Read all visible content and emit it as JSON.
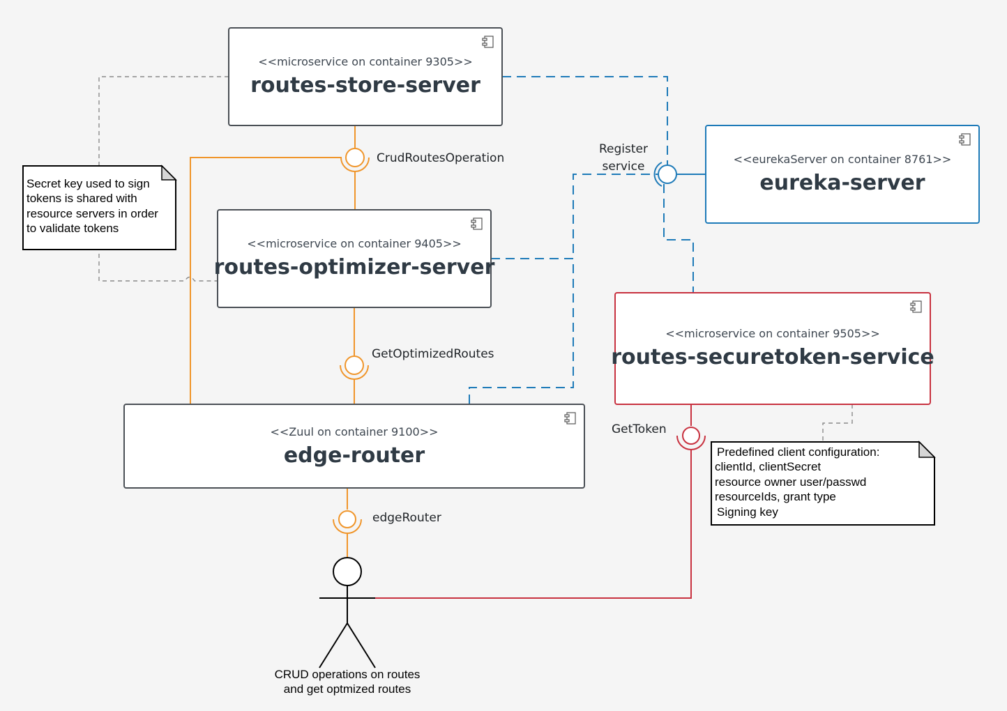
{
  "colors": {
    "background": "#f5f5f5",
    "neutral": "#4a4f55",
    "orange": "#f0952a",
    "blue": "#1d7ab8",
    "red": "#c8313f",
    "gray_dashed": "#8a8a8a"
  },
  "components": {
    "store": {
      "stereotype": "<<microservice on container 9305>>",
      "name": "routes-store-server"
    },
    "optimizer": {
      "stereotype": "<<microservice on container 9405>>",
      "name": "routes-optimizer-server"
    },
    "edge": {
      "stereotype": "<<Zuul on container 9100>>",
      "name": "edge-router"
    },
    "eureka": {
      "stereotype": "<<eurekaServer on container 8761>>",
      "name": "eureka-server"
    },
    "securetoken": {
      "stereotype": "<<microservice on container 9505>>",
      "name": "routes-securetoken-service"
    }
  },
  "interfaces": {
    "crud": "CrudRoutesOperation",
    "optimized": "GetOptimizedRoutes",
    "edge_router": "edgeRouter",
    "register_line1": "Register",
    "register_line2": "service",
    "get_token": "GetToken"
  },
  "notes": {
    "secret": [
      "Secret key used to sign",
      "tokens is shared with",
      "resource servers in order",
      "to validate tokens"
    ],
    "client_config": [
      "Predefined client configuration:",
      "clientId, clientSecret",
      "resource owner user/passwd",
      "resourceIds, grant type",
      "Signing key"
    ]
  },
  "actor": {
    "label_line1": "CRUD operations on routes",
    "label_line2": "and get optmized routes"
  },
  "icons": {
    "component": "component-icon",
    "note_fold": "note-fold-icon",
    "actor": "stick-figure-icon"
  }
}
